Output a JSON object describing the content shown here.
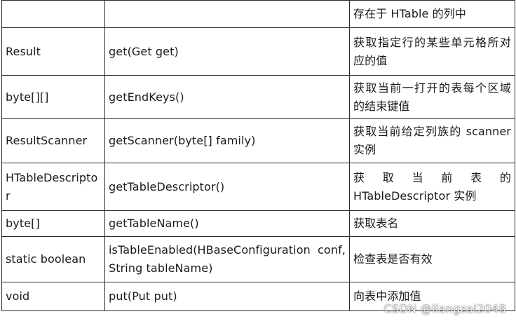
{
  "rows": [
    {
      "type": "",
      "method": "",
      "desc": "存在于 HTable 的列中"
    },
    {
      "type": "Result",
      "method": "get(Get get)",
      "desc": "获取指定行的某些单元格所对应的值"
    },
    {
      "type": "byte[][]",
      "method": "getEndKeys()",
      "desc": "获取当前一打开的表每个区域的结束键值"
    },
    {
      "type": "ResultScanner",
      "method": "getScanner(byte[] family)",
      "desc": "获取当前给定列族的 scanner 实例"
    },
    {
      "type": "HTableDescriptor",
      "method": "getTableDescriptor()",
      "desc": "获 取 当 前 表 的 HTableDescriptor 实例"
    },
    {
      "type": "byte[]",
      "method": "getTableName()",
      "desc": "获取表名"
    },
    {
      "type": "static boolean",
      "method": "isTableEnabled(HBaseConfiguration conf, String tableName)",
      "desc": "检查表是否有效"
    },
    {
      "type": "void",
      "method": "put(Put put)",
      "desc": "向表中添加值"
    }
  ],
  "watermark": "CSDN @liangzai2048"
}
